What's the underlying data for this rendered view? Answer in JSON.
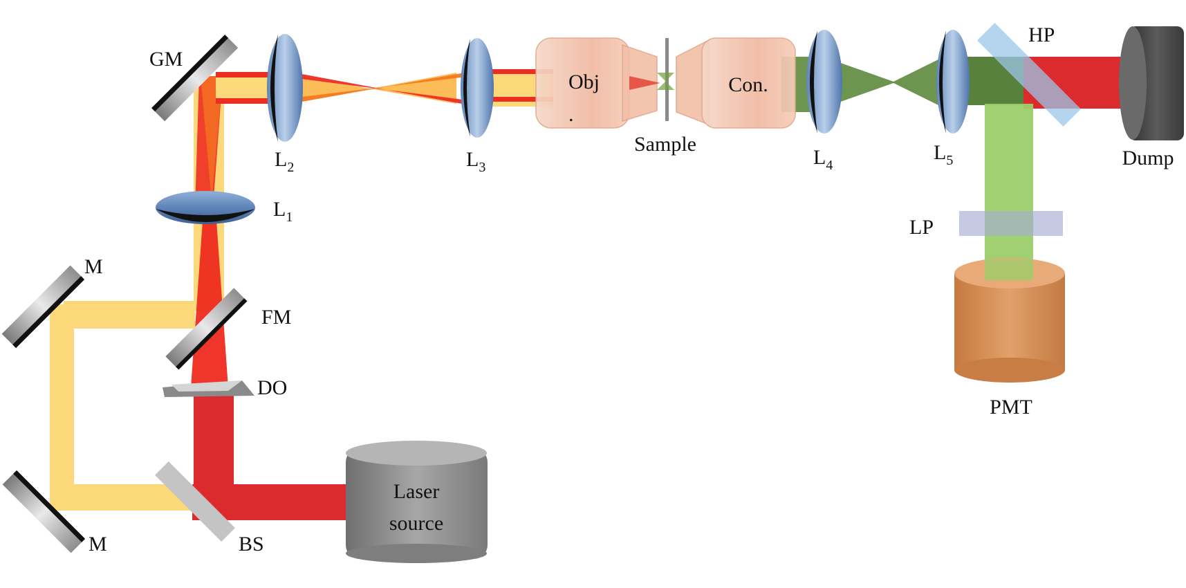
{
  "labels": {
    "gm": "GM",
    "l1": "L",
    "l1_sub": "1",
    "l2": "L",
    "l2_sub": "2",
    "l3": "L",
    "l3_sub": "3",
    "l4": "L",
    "l4_sub": "4",
    "l5": "L",
    "l5_sub": "5",
    "obj": "Obj",
    "obj_dot": ".",
    "con": "Con.",
    "sample": "Sample",
    "hp": "HP",
    "dump": "Dump",
    "lp": "LP",
    "pmt": "PMT",
    "m_top": "M",
    "m_bottom": "M",
    "fm": "FM",
    "do": "DO",
    "bs": "BS",
    "laser_line1": "Laser",
    "laser_line2": "source"
  },
  "colors": {
    "red_beam": "#dc2b2e",
    "yellow_beam": "#fbd97a",
    "orange_beam": "#f39a2a",
    "green_beam": "#5d8a3c",
    "light_green_beam": "#9ccd6a",
    "lens_blue": "#7da2cf",
    "pmt_orange": "#d4894f",
    "dump_gray": "#4a4a4a",
    "laser_gray": "#8f8f8f",
    "hp_blue": "#9cc6e8",
    "lp_lavender": "#a6acd3",
    "objective_peach": "#f3c4ad"
  }
}
